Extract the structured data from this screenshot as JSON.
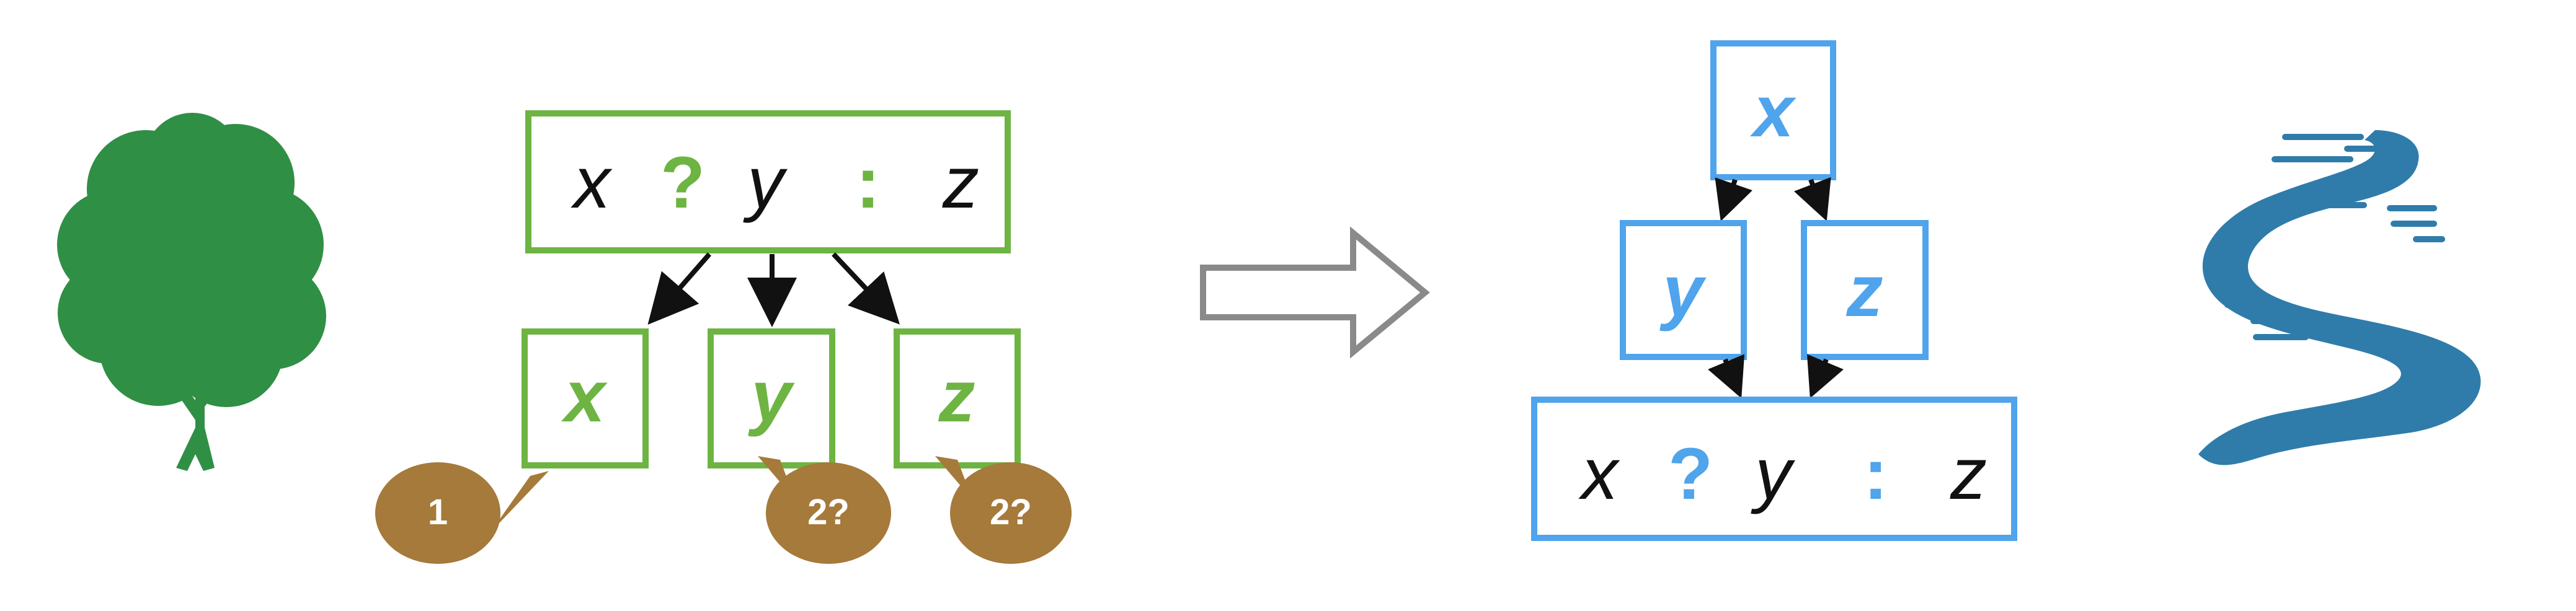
{
  "colors": {
    "tree_green": "#2f8f45",
    "ast_green": "#6db443",
    "flow_blue": "#4fa4ec",
    "river_blue": "#2f7cab",
    "bubble_brown": "#a57a3a",
    "arrow_gray": "#8a8a8a",
    "text_black": "#111111",
    "white": "#ffffff"
  },
  "left_diagram": {
    "expression": {
      "cond": "x",
      "question": "?",
      "then": "y",
      "colon": ":",
      "else": "z"
    },
    "children": [
      {
        "label": "x"
      },
      {
        "label": "y"
      },
      {
        "label": "z"
      }
    ],
    "bubbles": [
      {
        "text": "1"
      },
      {
        "text": "2?"
      },
      {
        "text": "2?"
      }
    ]
  },
  "right_diagram": {
    "top_node": "x",
    "middle_nodes": [
      "y",
      "z"
    ],
    "expression": {
      "cond": "x",
      "question": "?",
      "then": "y",
      "colon": ":",
      "else": "z"
    }
  },
  "icons": {
    "left": "tree-icon",
    "center": "right-arrow-icon",
    "right": "river-icon"
  }
}
